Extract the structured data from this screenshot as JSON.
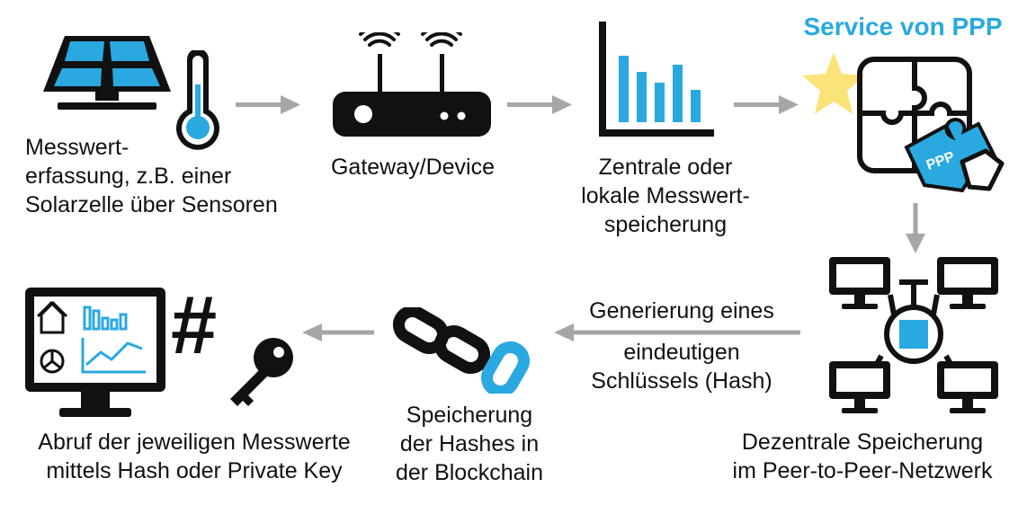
{
  "steps": {
    "capture": {
      "lines": [
        "Messwert-",
        "erfassung, z.B. einer",
        "Solarzelle über Sensoren"
      ]
    },
    "gateway": {
      "lines": [
        "Gateway/Device"
      ]
    },
    "storage": {
      "lines": [
        "Zentrale oder",
        "lokale Messwert-",
        "speicherung"
      ]
    },
    "service": {
      "title": "Service von PPP",
      "badge": "PPP"
    },
    "network": {
      "lines": [
        "Dezentrale Speicherung",
        "im Peer-to-Peer-Netzwerk"
      ]
    },
    "hash": {
      "lines": [
        "Generierung eines",
        "eindeutigen",
        "Schlüssels (Hash)"
      ]
    },
    "blockchain": {
      "lines": [
        "Speicherung",
        "der Hashes in",
        "der Blockchain"
      ]
    },
    "retrieval": {
      "lines": [
        "Abruf der jeweiligen Messwerte",
        "mittels Hash oder Private Key"
      ]
    },
    "hash_symbol": "#"
  },
  "colors": {
    "accent": "#29a9e0",
    "dark": "#111111",
    "arrow": "#a6a6a6",
    "star": "#fbe37a"
  },
  "icons": [
    "solar-panel-icon",
    "thermometer-icon",
    "router-icon",
    "bar-chart-icon",
    "puzzle-icon",
    "star-icon",
    "network-icon",
    "chain-link-icon",
    "monitor-dashboard-icon",
    "hash-icon",
    "key-icon"
  ]
}
